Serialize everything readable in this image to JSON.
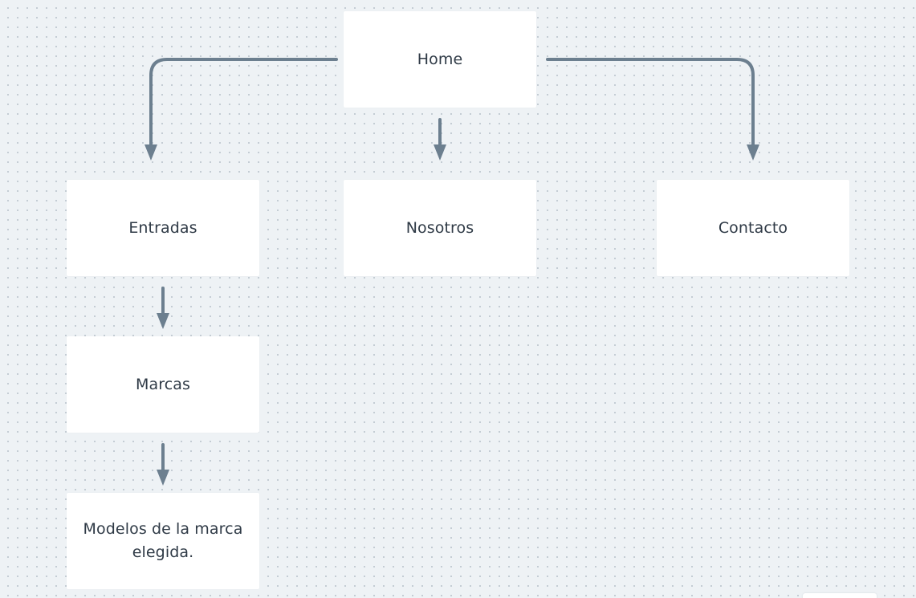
{
  "diagram": {
    "type": "sitemap-flowchart",
    "nodes": {
      "home": {
        "label": "Home"
      },
      "entradas": {
        "label": "Entradas"
      },
      "nosotros": {
        "label": "Nosotros"
      },
      "contacto": {
        "label": "Contacto"
      },
      "marcas": {
        "label": "Marcas"
      },
      "modelos": {
        "label": "Modelos de la marca elegida."
      }
    },
    "edges": [
      {
        "from": "Home",
        "to": "Entradas"
      },
      {
        "from": "Home",
        "to": "Nosotros"
      },
      {
        "from": "Home",
        "to": "Contacto"
      },
      {
        "from": "Entradas",
        "to": "Marcas"
      },
      {
        "from": "Marcas",
        "to": "Modelos de la marca elegida."
      }
    ],
    "colors": {
      "canvas_background": "#eef2f5",
      "grid_dots": "#b9c3cc",
      "node_fill": "#ffffff",
      "node_text": "#2f3a46",
      "connector": "#6c7f8f"
    }
  }
}
